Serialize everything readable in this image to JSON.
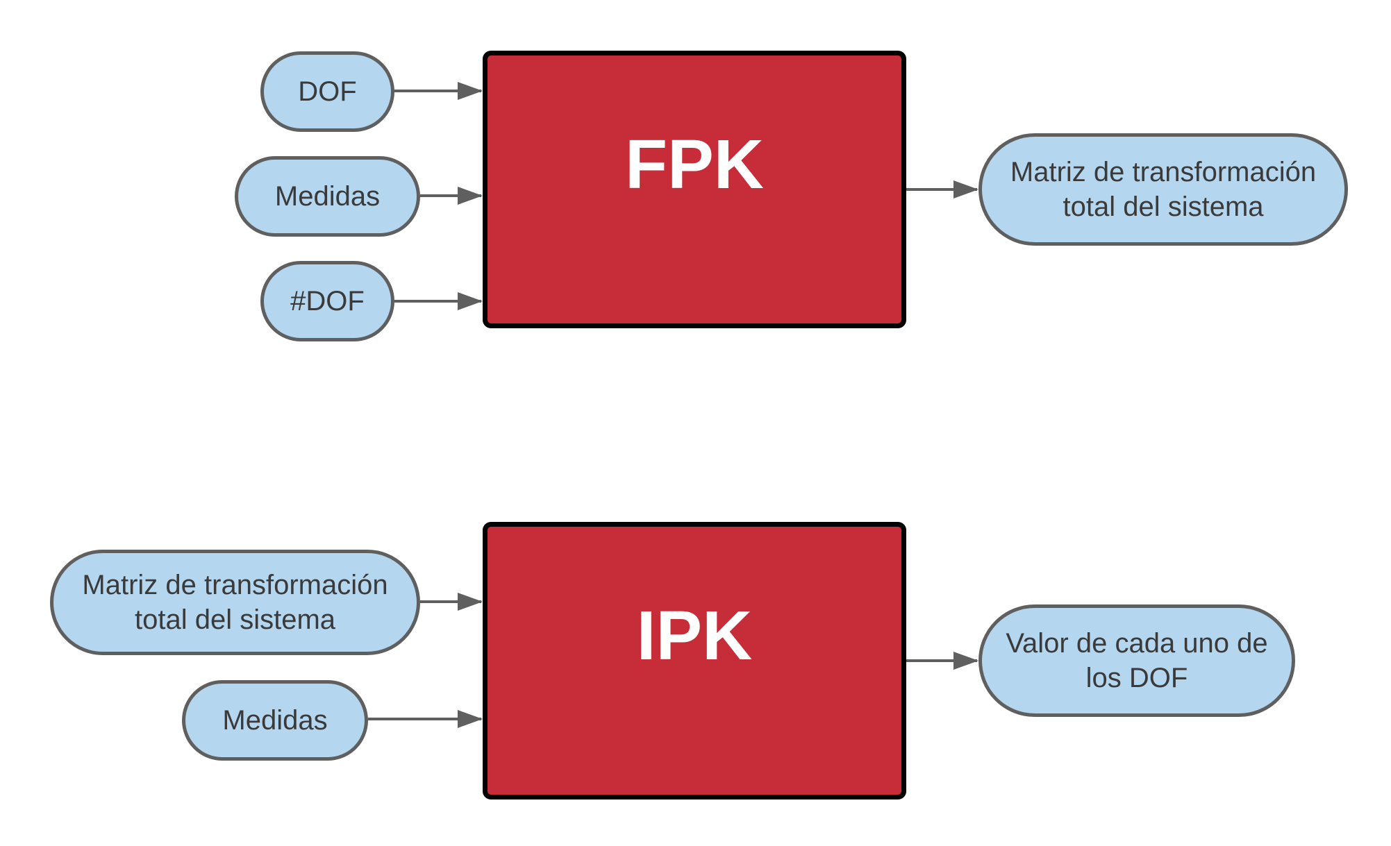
{
  "fpk": {
    "label": "FPK",
    "inputs": [
      "DOF",
      "Medidas",
      "#DOF"
    ],
    "output": "Matriz de transformación\ntotal del sistema"
  },
  "ipk": {
    "label": "IPK",
    "inputs": [
      "Matriz de transformación\ntotal del sistema",
      "Medidas"
    ],
    "output": "Valor de cada uno de\nlos DOF"
  },
  "colors": {
    "process_fill": "#c72c39",
    "process_border": "#000000",
    "io_fill": "#b4d6ef",
    "io_border": "#5f5f5f",
    "connector": "#5f5f5f"
  },
  "icons": {
    "connector_head": "arrow-right-icon"
  }
}
